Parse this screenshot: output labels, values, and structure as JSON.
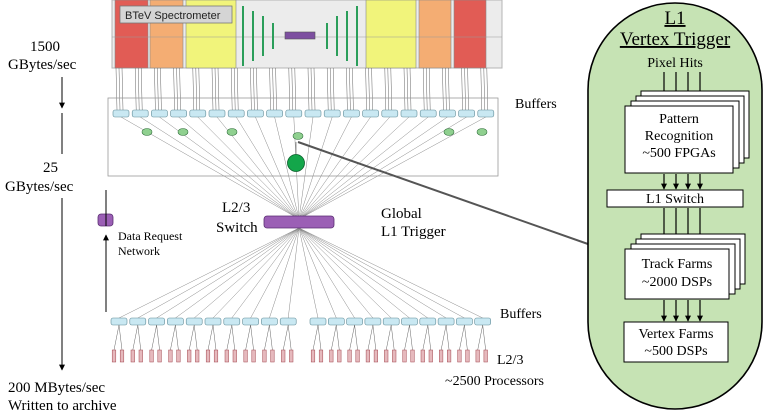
{
  "detector_title": "BTeV Spectrometer",
  "rate_top_value": "1500",
  "rate_top_unit": "GBytes/sec",
  "rate_mid_value": "25",
  "rate_mid_unit": "GBytes/sec",
  "rate_bottom_value": "200 MBytes/sec",
  "rate_bottom_note": "Written to archive",
  "buffers_top_label": "Buffers",
  "buffers_bottom_label": "Buffers",
  "switch_label_line1": "L2/3",
  "switch_label_line2": "Switch",
  "global_trigger_line1": "Global",
  "global_trigger_line2": "L1 Trigger",
  "data_request_line1": "Data Request",
  "data_request_line2": "Network",
  "processors_line1": "L2/3",
  "processors_line2": "~2500 Processors",
  "l1_panel": {
    "title_line1": "L1",
    "title_line2": "Vertex Trigger",
    "pixel_hits": "Pixel Hits",
    "pattern_line1": "Pattern",
    "pattern_line2": "Recognition",
    "pattern_line3": "~500 FPGAs",
    "l1_switch": "L1  Switch",
    "track_line1": "Track Farms",
    "track_line2": "~2000 DSPs",
    "vertex_line1": "Vertex Farms",
    "vertex_line2": "~500 DSPs"
  },
  "colors": {
    "panel_fill": "#c6e3b4",
    "buffer_fill": "#c9e8f2",
    "switch_fill": "#9b5fb5",
    "global_trigger_fill": "#13a64a",
    "processor_fill": "#e6b9bd",
    "detector_red": "#e15c55",
    "detector_orange": "#f4ad73",
    "detector_yellow": "#f1f47b"
  }
}
